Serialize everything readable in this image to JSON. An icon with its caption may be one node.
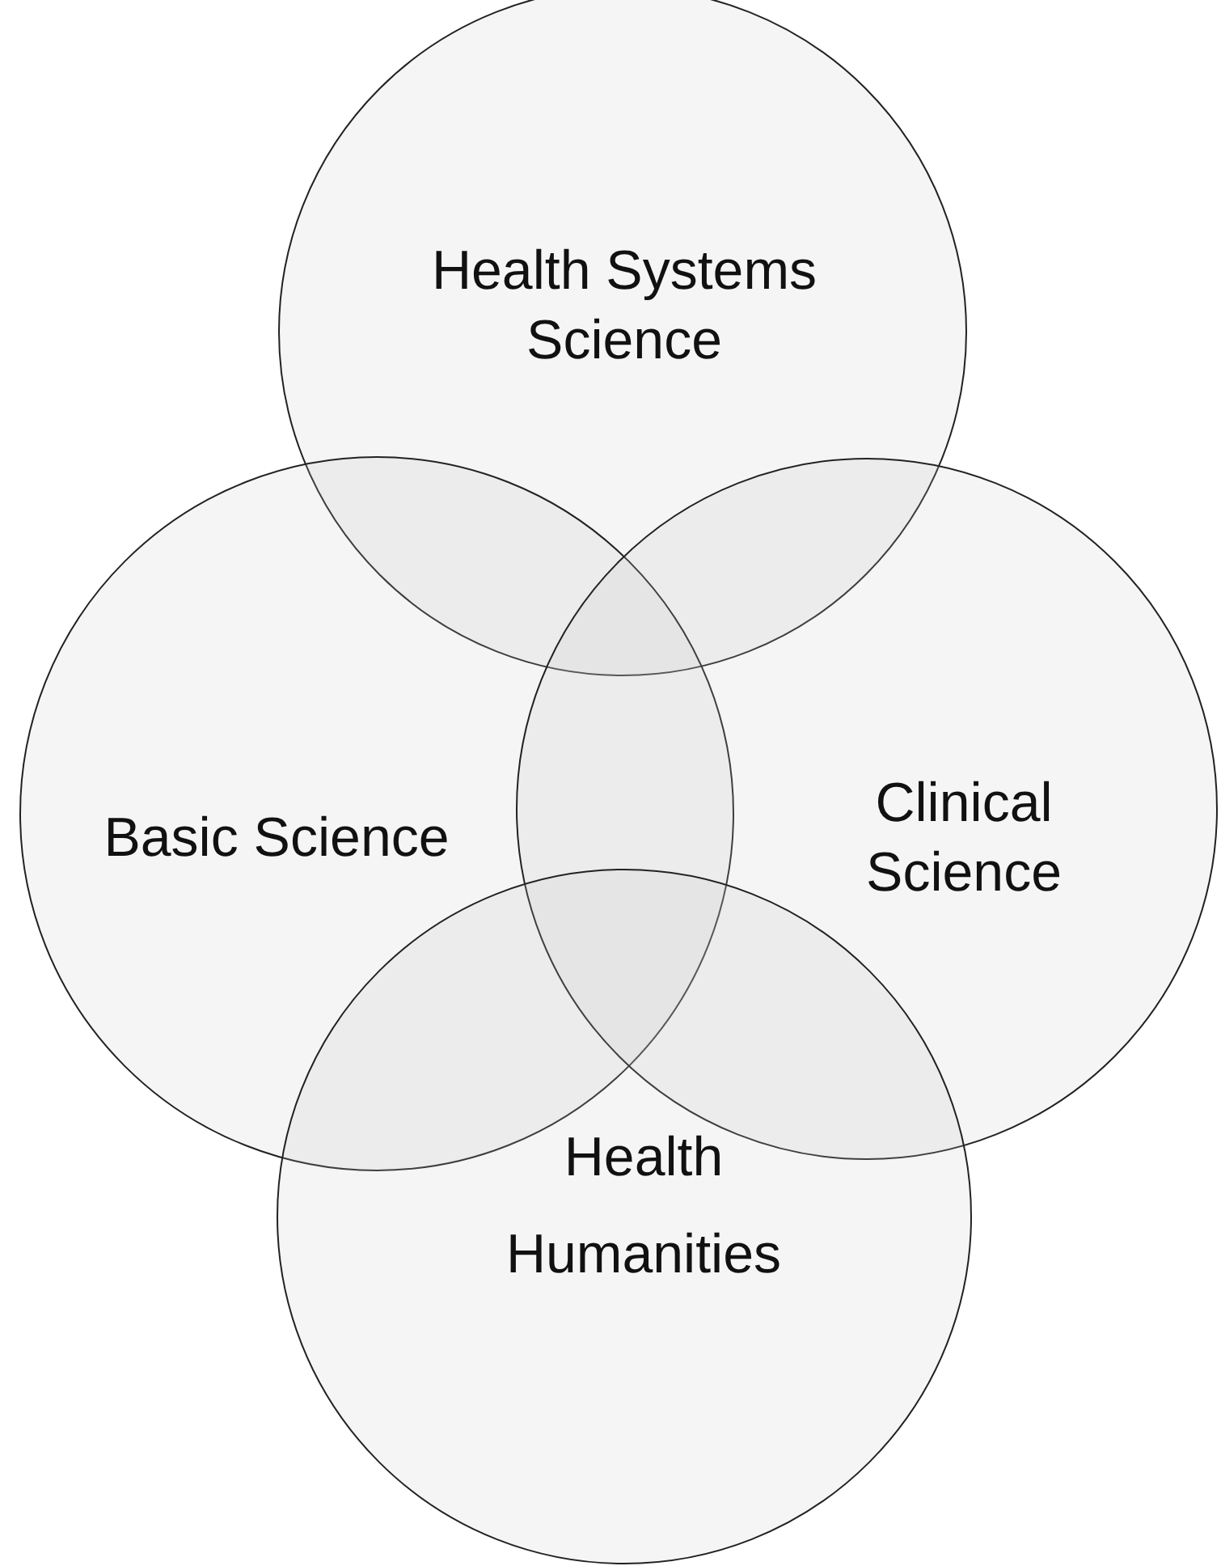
{
  "diagram": {
    "nodes": [
      {
        "text": [
          "Health Systems Science"
        ]
      },
      {
        "text": [
          "Basic Science"
        ]
      },
      {
        "text": [
          "Clinical Science"
        ]
      },
      {
        "text": [
          "Health Humanities"
        ]
      }
    ]
  }
}
